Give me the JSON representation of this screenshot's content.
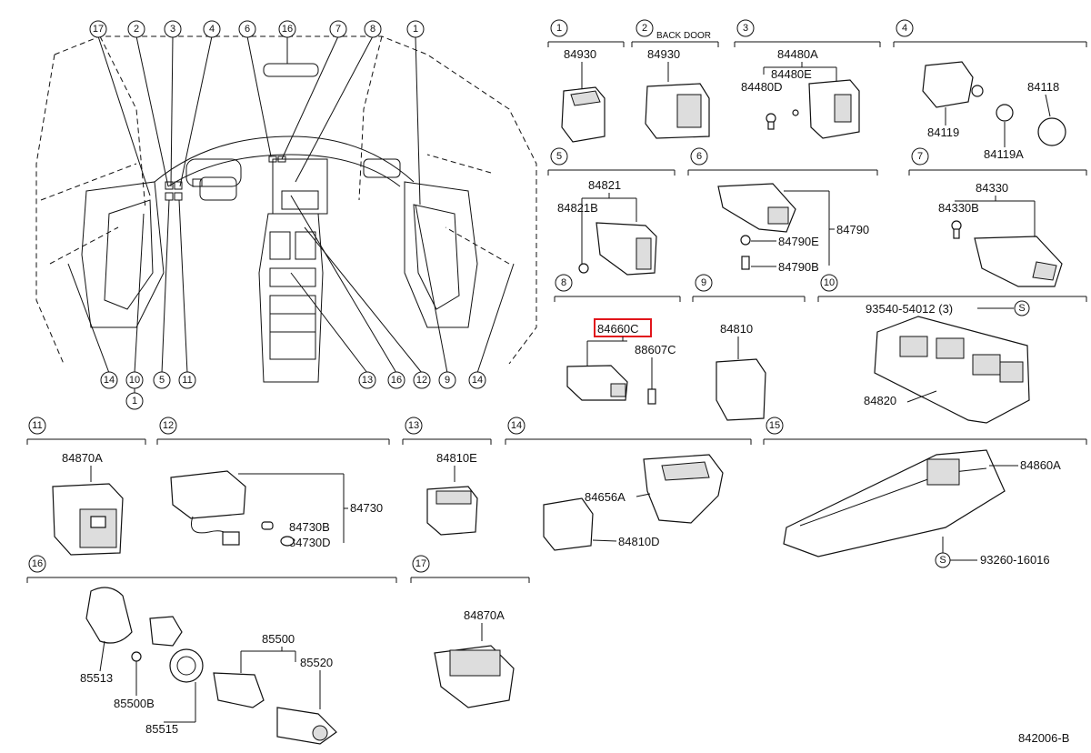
{
  "diagram_id": "842006-B",
  "highlight_color": "#e1151b",
  "overview_callouts": [
    "17",
    "2",
    "3",
    "4",
    "6",
    "16",
    "7",
    "8",
    "1",
    "14",
    "10",
    "5",
    "11",
    "13",
    "16",
    "12",
    "9",
    "14",
    "1"
  ],
  "sections": [
    {
      "num": "1",
      "parts": [
        "84930"
      ]
    },
    {
      "num": "2",
      "note": "BACK DOOR",
      "parts": [
        "84930"
      ]
    },
    {
      "num": "3",
      "parts": [
        "84480A",
        "84480E",
        "84480D"
      ]
    },
    {
      "num": "4",
      "parts": [
        "84118",
        "84119",
        "84119A"
      ]
    },
    {
      "num": "5",
      "parts": [
        "84821",
        "84821B"
      ]
    },
    {
      "num": "6",
      "parts": [
        "84790",
        "84790E",
        "84790B"
      ]
    },
    {
      "num": "7",
      "parts": [
        "84330",
        "84330B"
      ]
    },
    {
      "num": "8",
      "parts": [
        "84660C",
        "88607C"
      ]
    },
    {
      "num": "9",
      "parts": [
        "84810"
      ]
    },
    {
      "num": "10",
      "parts": [
        "93540-54012 (3)",
        "84820"
      ]
    },
    {
      "num": "11",
      "parts": [
        "84870A"
      ]
    },
    {
      "num": "12",
      "parts": [
        "84730",
        "84730B",
        "84730D"
      ]
    },
    {
      "num": "13",
      "parts": [
        "84810E"
      ]
    },
    {
      "num": "14",
      "parts": [
        "84656A",
        "84810D"
      ]
    },
    {
      "num": "15",
      "parts": [
        "84860A",
        "93260-16016"
      ]
    },
    {
      "num": "16",
      "parts": [
        "85513",
        "85500",
        "85520",
        "85500B",
        "85515"
      ]
    },
    {
      "num": "17",
      "parts": [
        "84870A"
      ]
    }
  ],
  "s_marker": "S"
}
